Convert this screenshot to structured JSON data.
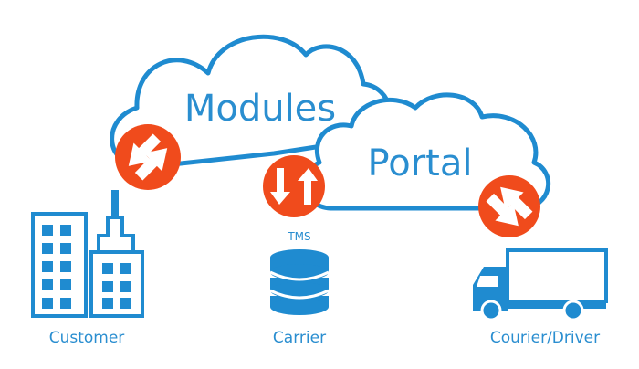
{
  "colors": {
    "blue": "#1f8bd0",
    "orange": "#f04b1c",
    "white": "#ffffff"
  },
  "clouds": {
    "modules": "Modules",
    "portal": "Portal"
  },
  "nodes": {
    "customer": "Customer",
    "carrier": "Carrier",
    "courier": "Courier/Driver",
    "tms": "TMS"
  },
  "icons": [
    "building-icon",
    "database-icon",
    "truck-icon",
    "exchange-arrows-icon",
    "updown-arrows-icon"
  ]
}
